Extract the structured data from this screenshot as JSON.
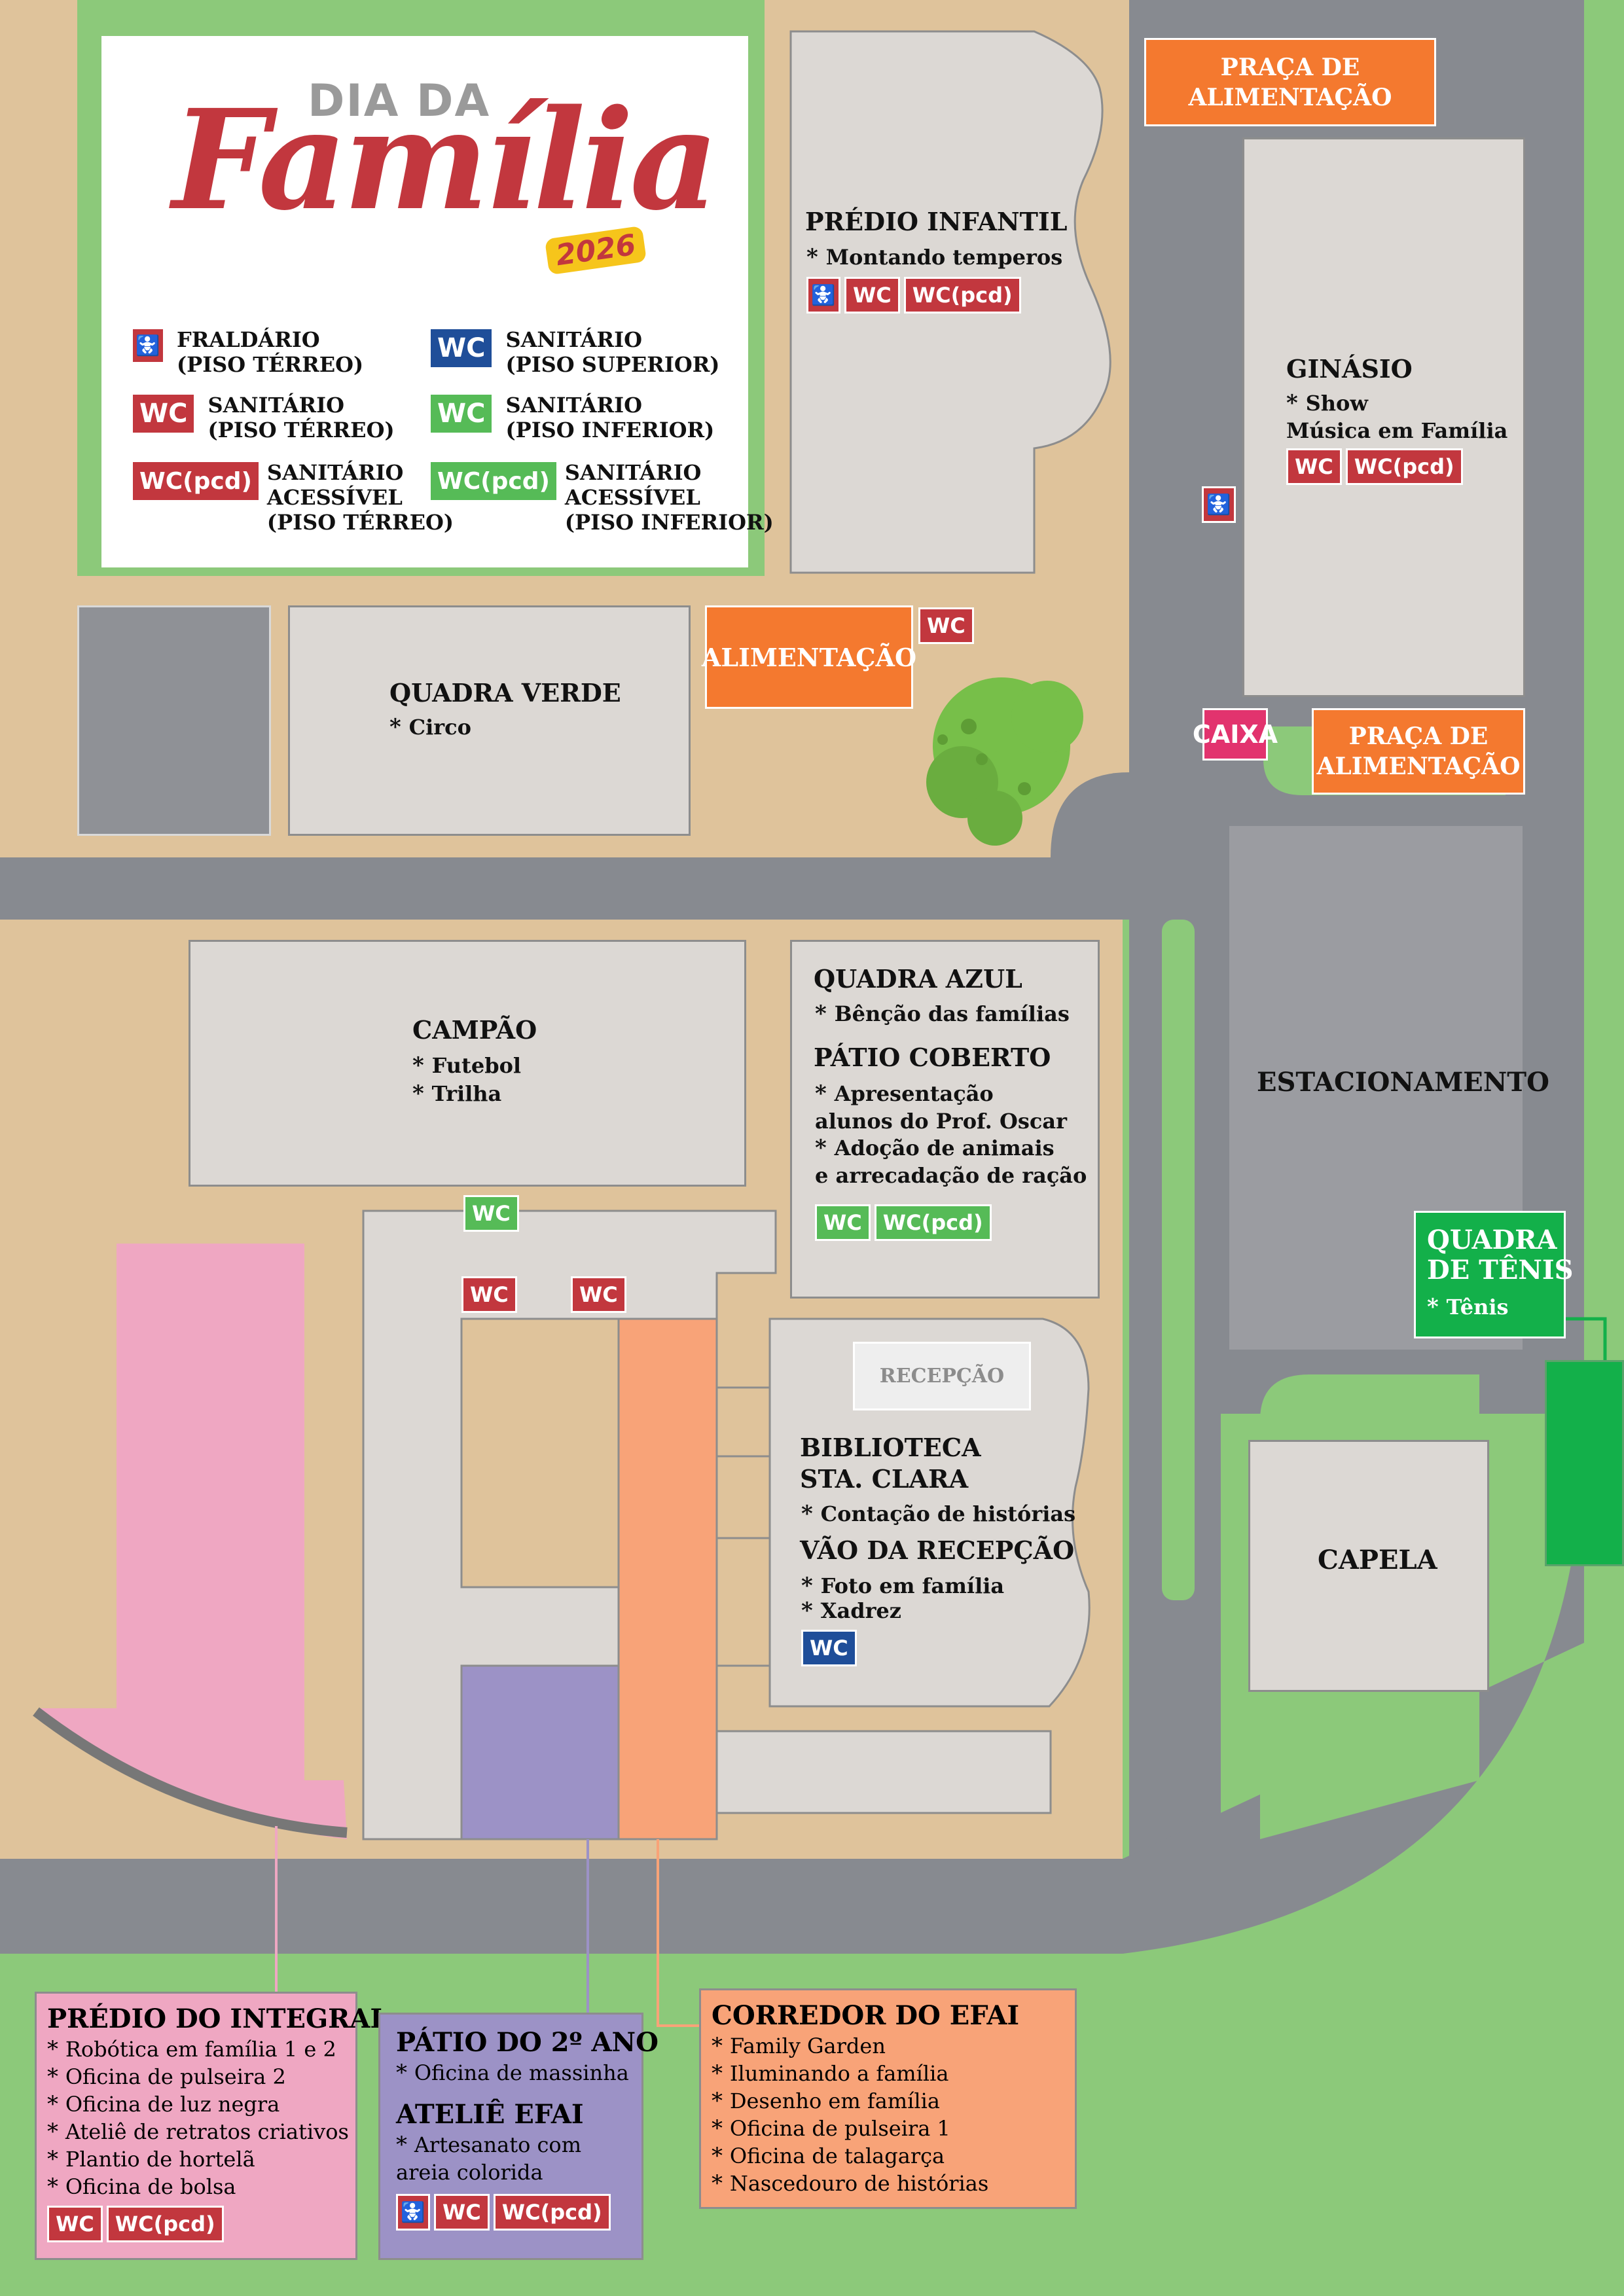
{
  "colors": {
    "grass": "#8cc97a",
    "sand": "#dfc39b",
    "road": "#878a90",
    "building": "#dcd8d4",
    "orange": "#f4792f",
    "pink": "#efa7c2",
    "purple": "#9c92c6",
    "salmon": "#f8a378",
    "wc_red": "#c2373e",
    "wc_blue": "#1f4e99",
    "wc_green": "#56bb57",
    "tennis": "#13b04a",
    "caixa": "#e2336e"
  },
  "logo": {
    "line1": "DIA DA",
    "line2": "Família",
    "year": "2026"
  },
  "legend": [
    {
      "icon": "baby-changing-icon",
      "badge": "",
      "text": "FRALDÁRIO\n(PISO TÉRREO)"
    },
    {
      "icon": "wc-blue-icon",
      "badge": "WC",
      "text": "SANITÁRIO\n(PISO SUPERIOR)"
    },
    {
      "icon": "wc-red-icon",
      "badge": "WC",
      "text": "SANITÁRIO\n(PISO TÉRREO)"
    },
    {
      "icon": "wc-green-icon",
      "badge": "WC",
      "text": "SANITÁRIO\n(PISO INFERIOR)"
    },
    {
      "icon": "wc-pcd-red-icon",
      "badge": "WC(pcd)",
      "text": "SANITÁRIO\nACESSÍVEL\n(PISO TÉRREO)"
    },
    {
      "icon": "wc-pcd-green-icon",
      "badge": "WC(pcd)",
      "text": "SANITÁRIO\nACESSÍVEL\n(PISO INFERIOR)"
    }
  ],
  "badges": {
    "wc": "WC",
    "wc_pcd": "WC(pcd)",
    "baby": "🚼"
  },
  "places": {
    "predio_infantil": {
      "title": "PRÉDIO INFANTIL",
      "activities": [
        "Montando temperos"
      ]
    },
    "ginasio": {
      "title": "GINÁSIO",
      "activities": [
        "Show\nMúsica em Família"
      ]
    },
    "praca1": {
      "title": "PRAÇA DE\nALIMENTAÇÃO"
    },
    "praca2": {
      "title": "PRAÇA DE\nALIMENTAÇÃO"
    },
    "alimentacao": {
      "title": "ALIMENTAÇÃO"
    },
    "caixa": {
      "title": "CAIXA"
    },
    "quadra_verde": {
      "title": "QUADRA VERDE",
      "activities": [
        "Circo"
      ]
    },
    "campao": {
      "title": "CAMPÃO",
      "activities": [
        "Futebol",
        "Trilha"
      ]
    },
    "quadra_azul": {
      "title": "QUADRA AZUL",
      "activities": [
        "Bênção das famílias"
      ]
    },
    "patio_coberto": {
      "title": "PÁTIO COBERTO",
      "activities": [
        "Apresentação\nalunos do Prof. Oscar",
        "Adoção de animais\ne arrecadação de ração"
      ]
    },
    "recepcao": {
      "title": "RECEPÇÃO"
    },
    "biblioteca": {
      "title": "BIBLIOTECA\nSTA. CLARA",
      "activities": [
        "Contação de histórias"
      ]
    },
    "vao_recepcao": {
      "title": "VÃO DA RECEPÇÃO",
      "activities": [
        "Foto em família",
        "Xadrez"
      ]
    },
    "estacionamento": {
      "title": "ESTACIONAMENTO"
    },
    "quadra_tenis": {
      "title": "QUADRA\nDE TÊNIS",
      "activities": [
        "Tênis"
      ]
    },
    "capela": {
      "title": "CAPELA"
    },
    "predio_integral": {
      "title": "PRÉDIO DO INTEGRAL",
      "activities": [
        "Robótica em família 1 e 2",
        "Oficina de pulseira 2",
        "Oficina de luz negra",
        "Ateliê de retratos criativos",
        "Plantio de hortelã",
        "Oficina de bolsa"
      ]
    },
    "patio_2ano": {
      "title": "PÁTIO DO 2º ANO",
      "activities": [
        "Oficina de massinha"
      ]
    },
    "atelie_efai": {
      "title": "ATELIÊ EFAI",
      "activities": [
        "Artesanato com\nareia colorida"
      ]
    },
    "corredor_efai": {
      "title": "CORREDOR DO EFAI",
      "activities": [
        "Family Garden",
        "Iluminando a família",
        "Desenho em família",
        "Oficina de pulseira 1",
        "Oficina de talagarça",
        "Nascedouro de histórias"
      ]
    }
  }
}
